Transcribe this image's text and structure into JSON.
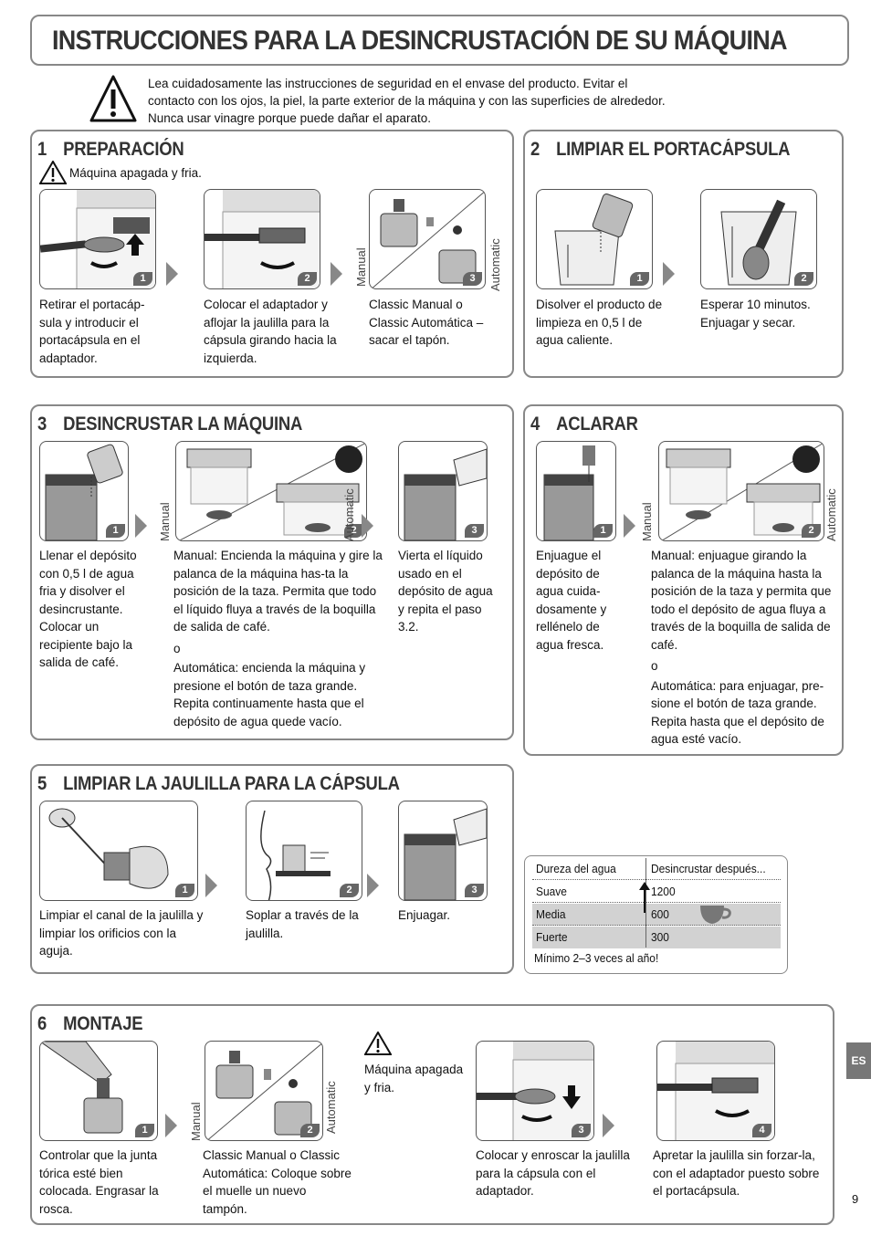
{
  "title": "INSTRUCCIONES PARA LA DESINCRUSTACIÓN DE SU MÁQUINA",
  "intro": "Lea cuidadosamente las instrucciones de seguridad en el envase del producto. Evitar el contacto con los ojos, la piel, la parte exterior de la máquina y con las superficies de alrededor. Nunca usar vinagre porque puede dañar el aparato.",
  "labels": {
    "manual": "Manual",
    "automatic": "Automatic"
  },
  "s1": {
    "num": "1",
    "title": "PREPARACIÓN",
    "warning": "Máquina apagada y fria.",
    "steps": [
      {
        "badge": "1",
        "text": "Retirar el portacáp-sula y introducir el portacápsula en el adaptador."
      },
      {
        "badge": "2",
        "text": "Colocar el adaptador y aflojar la jaulilla para la cápsula girando hacia la izquierda."
      },
      {
        "badge": "3",
        "text": "Classic Manual o Classic Automática – sacar el tapón."
      }
    ]
  },
  "s2": {
    "num": "2",
    "title": "LIMPIAR EL PORTACÁPSULA",
    "steps": [
      {
        "badge": "1",
        "text": "Disolver el producto de limpieza en 0,5 l de agua caliente."
      },
      {
        "badge": "2",
        "text": "Esperar 10 minutos. Enjuagar y secar."
      }
    ]
  },
  "s3": {
    "num": "3",
    "title": "DESINCRUSTAR LA MÁQUINA",
    "steps": [
      {
        "badge": "1",
        "text": "Llenar el depósito con 0,5 l de agua fria y disolver el desincrustante. Colocar un recipiente bajo la salida de café."
      },
      {
        "badge": "2",
        "text": "Manual: Encienda la máquina y gire la palanca de la máquina has-ta la posición de la taza. Permita que todo el líquido fluya a través de la boquilla de salida de café.",
        "or": "o",
        "text2": "Automática: encienda la máquina y presione el botón de taza grande. Repita continuamente hasta que el depósito de agua quede vacío."
      },
      {
        "badge": "3",
        "text": "Vierta el líquido usado en el depósito de agua y repita el paso 3.2."
      }
    ]
  },
  "s4": {
    "num": "4",
    "title": "ACLARAR",
    "steps": [
      {
        "badge": "1",
        "text": "Enjuague el depósito de agua cuida-dosamente y rellénelo de agua fresca."
      },
      {
        "badge": "2",
        "text": "Manual: enjuague girando la palanca de la máquina hasta la posición de la taza y permita que todo el depósito de agua fluya a través de la boquilla de salida de café.",
        "or": "o",
        "text2": "Automática: para enjuagar, pre-sione el botón de taza grande. Repita hasta que el depósito de agua esté vacío."
      }
    ]
  },
  "s5": {
    "num": "5",
    "title": "LIMPIAR LA JAULILLA PARA LA CÁPSULA",
    "steps": [
      {
        "badge": "1",
        "text": "Limpiar el canal de la jaulilla y limpiar los orificios con la aguja."
      },
      {
        "badge": "2",
        "text": "Soplar a través de la jaulilla."
      },
      {
        "badge": "3",
        "text": "Enjuagar."
      }
    ]
  },
  "water": {
    "col1": "Dureza del agua",
    "col2": "Desincrustar después...",
    "rows": [
      {
        "hardness": "Suave",
        "cycles": "1200"
      },
      {
        "hardness": "Media",
        "cycles": "600"
      },
      {
        "hardness": "Fuerte",
        "cycles": "300"
      }
    ],
    "footer": "Mínimo 2–3 veces al año!"
  },
  "s6": {
    "num": "6",
    "title": "MONTAJE",
    "warning": "Máquina apagada y fria.",
    "steps": [
      {
        "badge": "1",
        "text": "Controlar que la junta tórica esté bien colocada. Engrasar la rosca."
      },
      {
        "badge": "2",
        "text": "Classic Manual o Classic Automática: Coloque sobre el muelle un nuevo tampón."
      },
      {
        "badge": "3",
        "text": "Colocar y enroscar la jaulilla para la cápsula con el adaptador."
      },
      {
        "badge": "4",
        "text": "Apretar la jaulilla sin forzar-la, con el adaptador puesto sobre el portacápsula."
      }
    ]
  },
  "lang": "ES",
  "page": "9",
  "colors": {
    "frame": "#888888",
    "badge": "#666666",
    "shade": "#d2d2d2",
    "accent": "#333333"
  }
}
